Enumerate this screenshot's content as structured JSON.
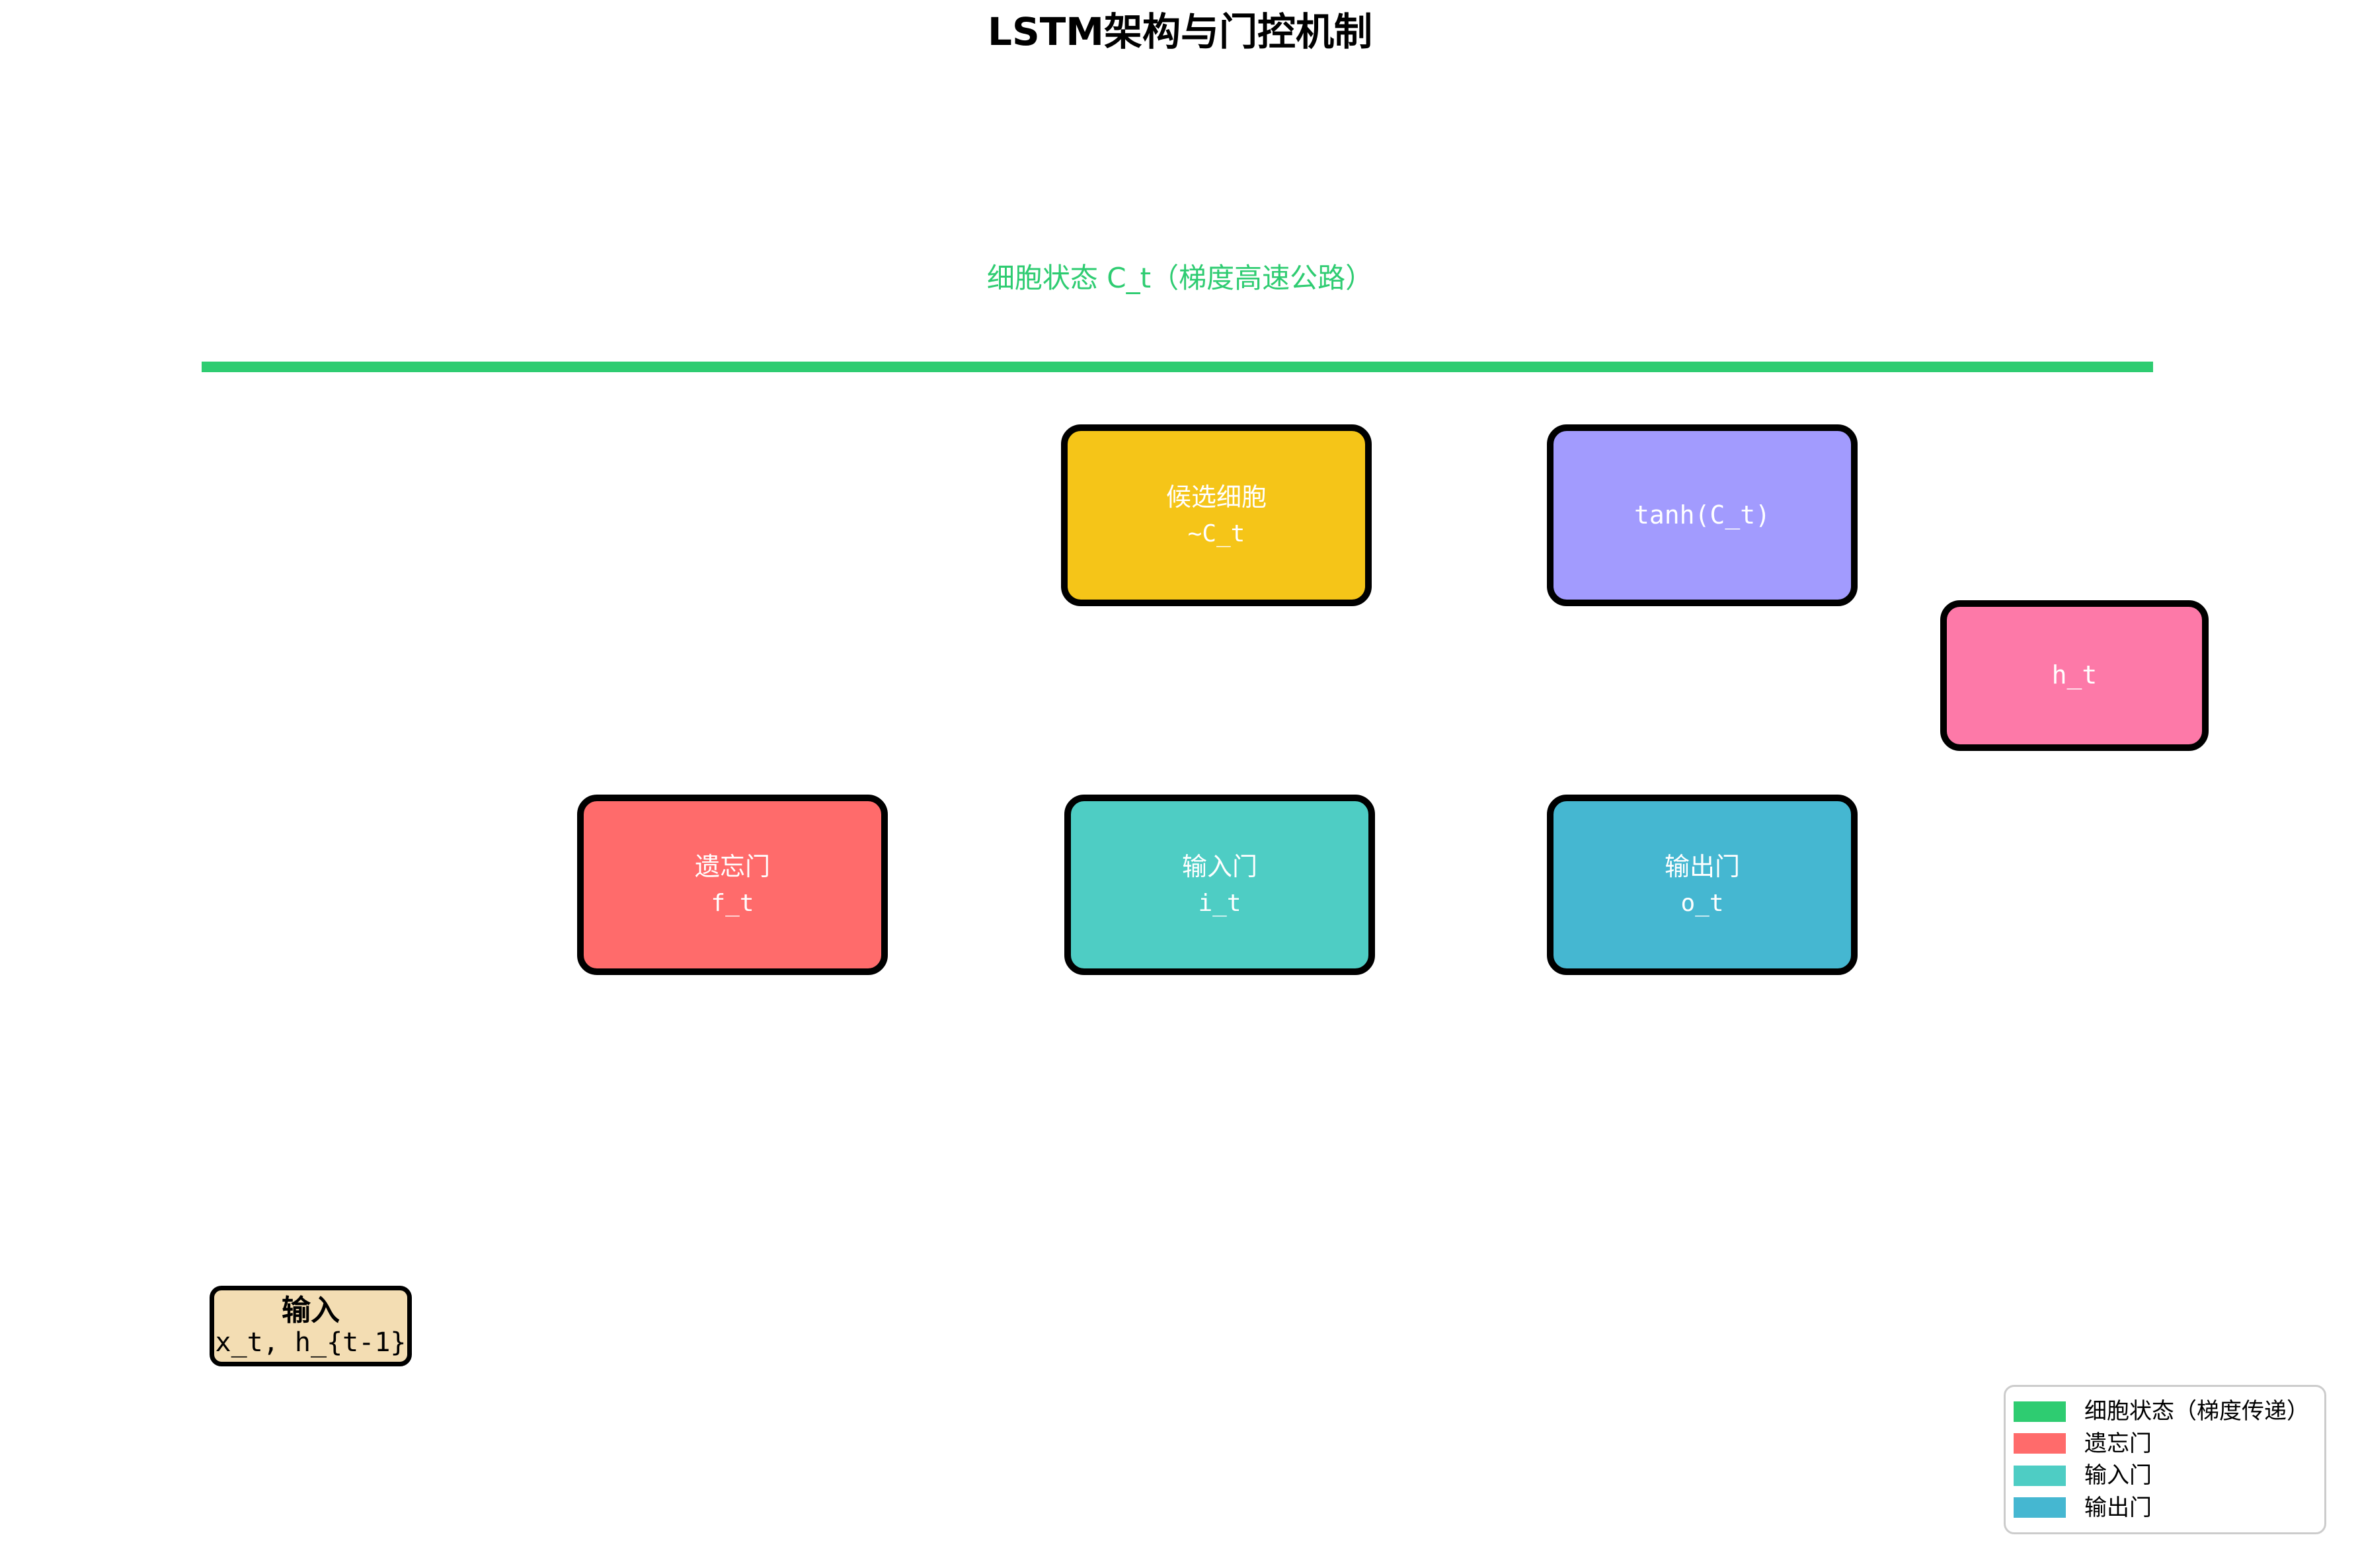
{
  "page": {
    "background": "#ffffff"
  },
  "title": "LSTM架构与门控机制",
  "cell_state": {
    "label": "细胞状态 C_t（梯度高速公路）",
    "color": "#2ecc71"
  },
  "nodes": {
    "candidate": {
      "name": "候选细胞",
      "symbol": "~C_t",
      "color": "#f5c518",
      "text_color": "#ffffff"
    },
    "tanh_output": {
      "name": "tanh(C_t)",
      "color": "#a29bfe",
      "text_color": "#ffffff"
    },
    "hidden_state": {
      "name": "h_t",
      "color": "#fd79a8",
      "text_color": "#ffffff"
    },
    "forget_gate": {
      "name": "遗忘门",
      "symbol": "f_t",
      "color": "#ff6b6b",
      "text_color": "#ffffff"
    },
    "input_gate": {
      "name": "输入门",
      "symbol": "i_t",
      "color": "#4ecdc4",
      "text_color": "#ffffff"
    },
    "output_gate": {
      "name": "输出门",
      "symbol": "o_t",
      "color": "#45b7d1",
      "text_color": "#ffffff"
    },
    "input": {
      "name": "输入",
      "symbol": "x_t, h_{t-1}",
      "color": "#f3ddb3",
      "text_color": "#000000"
    }
  },
  "legend": {
    "items": [
      {
        "label": "细胞状态（梯度传递）",
        "color": "#2ecc71"
      },
      {
        "label": "遗忘门",
        "color": "#ff6b6b"
      },
      {
        "label": "输入门",
        "color": "#4ecdc4"
      },
      {
        "label": "输出门",
        "color": "#45b7d1"
      }
    ]
  }
}
